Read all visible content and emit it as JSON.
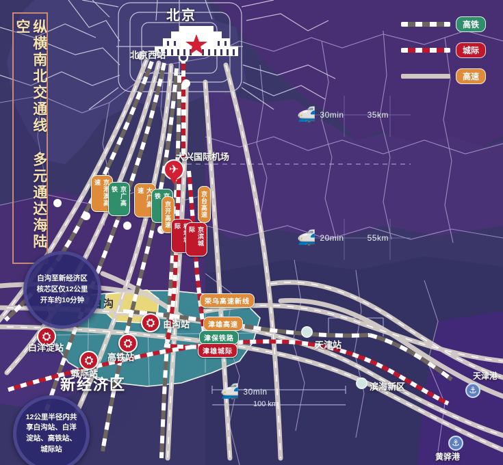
{
  "title": {
    "text": "纵横南北交通线 多元通达海陆空"
  },
  "legend": {
    "items": [
      {
        "label": "高铁",
        "color": "#2f8f6b",
        "line_style": "dashed-gray"
      },
      {
        "label": "城际",
        "color": "#c0172a",
        "line_style": "dashed-red"
      },
      {
        "label": "高速",
        "color": "#e08b3a",
        "line_style": "solid-gray"
      }
    ]
  },
  "places": {
    "beijing": "北京",
    "beijing_west_station": "北京西站",
    "daxing_airport": "大兴国际机场",
    "baigou": "白沟",
    "baigou_station": "白沟站",
    "baiyangdian_station": "白洋淀站",
    "highspeed_station": "高铁站",
    "intercity_station": "城际站",
    "new_economic_zone": "新经济区",
    "tianjin_station": "天津站",
    "binhai_new_area": "滨海新区",
    "tianjin_port": "天津港",
    "huanghua_port": "黄骅港"
  },
  "road_shields": {
    "vertical": [
      {
        "label": "京港澳高速",
        "color": "#e08b3a"
      },
      {
        "label": "京广高铁",
        "color": "#2f8f6b"
      },
      {
        "label": "大广高速",
        "color": "#e08b3a"
      },
      {
        "label": "京雄高铁",
        "color": "#2f8f6b"
      },
      {
        "label": "京开高速",
        "color": "#e08b3a"
      },
      {
        "label": "京台高速",
        "color": "#e08b3a"
      }
    ],
    "vertical_red": [
      {
        "label": "机场城际",
        "color": "#c0172a"
      },
      {
        "label": "京滨城际",
        "color": "#c0172a"
      }
    ],
    "horizontal": [
      {
        "label": "荣乌高速新线",
        "color": "#e08b3a"
      },
      {
        "label": "津雄高速",
        "color": "#e08b3a"
      },
      {
        "label": "津保铁路",
        "color": "#2f8f6b"
      },
      {
        "label": "津雄城际",
        "color": "#c0172a"
      }
    ]
  },
  "bubbles": [
    {
      "text": "白沟至新经济区核芯区仅12公里开车约10分钟"
    },
    {
      "text": "12公里半径内共享白沟站、白洋淀站、高铁站、城际站"
    }
  ],
  "trips": [
    {
      "icon": "train-icon",
      "time": "30min",
      "distance": "35km"
    },
    {
      "icon": "train-icon",
      "time": "20min",
      "distance": "55km"
    },
    {
      "icon": "train-icon",
      "time": "30min",
      "distance": ""
    }
  ],
  "scale": {
    "label": "100 km"
  },
  "colors": {
    "bg_dark_blue": "#3a3668",
    "bg_purple": "#4a2f74",
    "land_blue": "#3f4f8a",
    "teal_zone": "#3d8a96",
    "yellow_zone": "#e8d87a",
    "road_gray": "#b9b2ad",
    "rail_red": "#c0172a",
    "accent_gold": "#f6e3b0"
  }
}
